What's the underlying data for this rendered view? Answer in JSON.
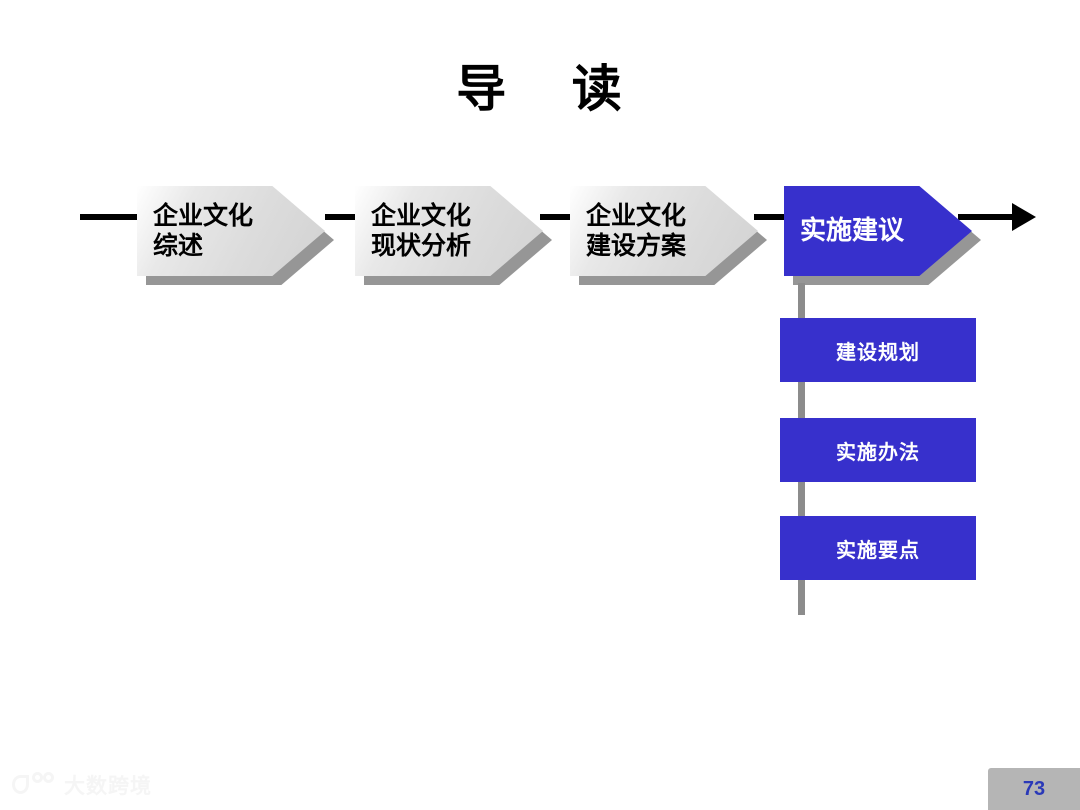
{
  "slide": {
    "title": "导    读",
    "page_number": "73",
    "accent_blue": "#3730cc",
    "gray_fill": "#dcdcdc",
    "shadow_gray": "#969696",
    "connector_gray": "#8c8c8c"
  },
  "flow": {
    "steps": [
      {
        "label": "企业文化\n综述",
        "state": "inactive"
      },
      {
        "label": "企业文化\n现状分析",
        "state": "inactive"
      },
      {
        "label": "企业文化\n建设方案",
        "state": "inactive"
      },
      {
        "label": "实施建议",
        "state": "active"
      }
    ]
  },
  "sub_items": [
    {
      "label": "建设规划"
    },
    {
      "label": "实施办法"
    },
    {
      "label": "实施要点"
    }
  ],
  "watermark": {
    "text": "大数跨境",
    "logo": "dashu-logo-icon"
  }
}
